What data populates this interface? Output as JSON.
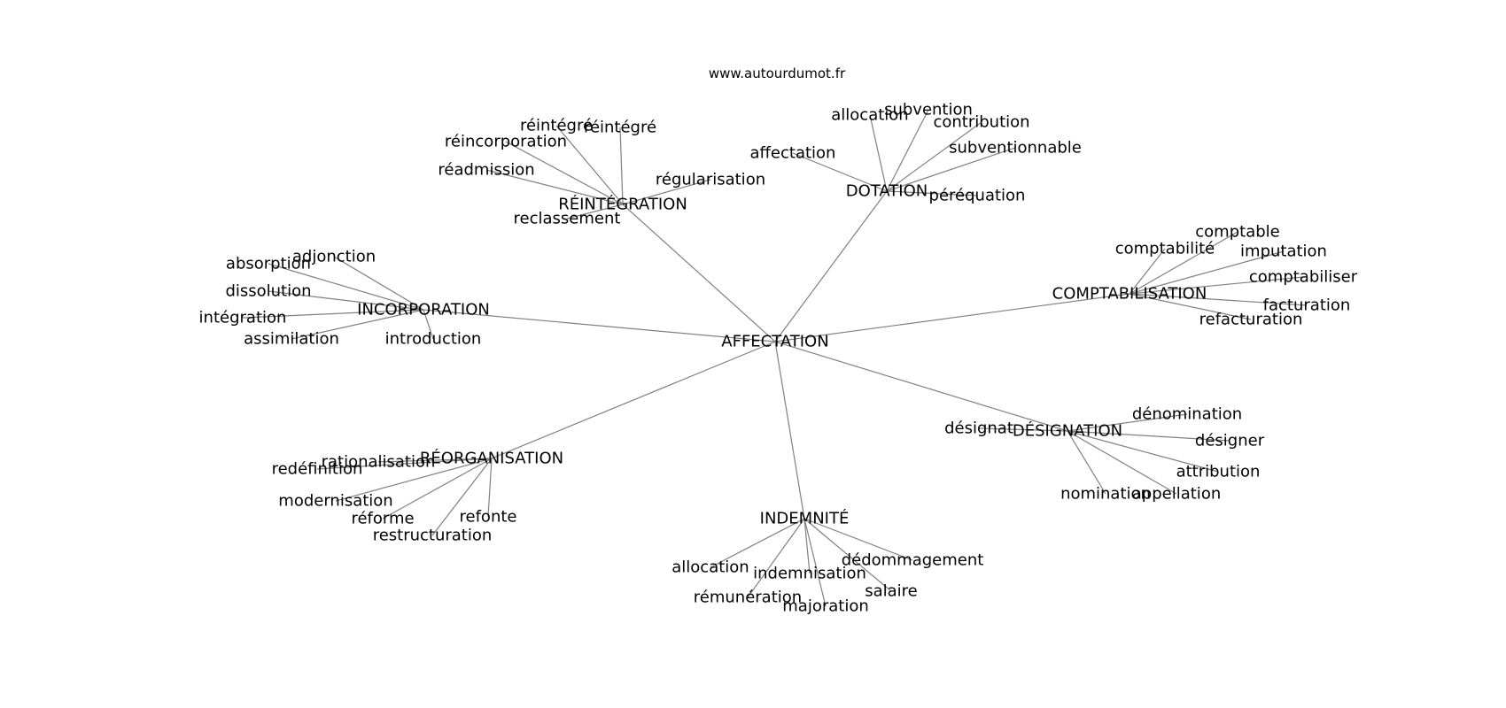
{
  "source": "www.autourdumot.fr",
  "colors": {
    "edge": "#808080",
    "text": "#000000",
    "background": "#ffffff"
  },
  "root": "AFFECTATION",
  "groups": [
    {
      "label": "RÉINTÉGRATION",
      "children": [
        "réintégré",
        "réintégré",
        "réincorporation",
        "réadmission",
        "régularisation",
        "reclassement"
      ]
    },
    {
      "label": "DOTATION",
      "children": [
        "allocation",
        "subvention",
        "contribution",
        "subventionnable",
        "affectation",
        "péréquation"
      ]
    },
    {
      "label": "INCORPORATION",
      "children": [
        "adjonction",
        "absorption",
        "dissolution",
        "intégration",
        "assimilation",
        "introduction"
      ]
    },
    {
      "label": "COMPTABILISATION",
      "children": [
        "comptable",
        "comptabilité",
        "imputation",
        "comptabiliser",
        "facturation",
        "refacturation"
      ]
    },
    {
      "label": "DÉSIGNATION",
      "children": [
        "dénomination",
        "désigner",
        "attribution",
        "appellation",
        "nomination",
        "désignat"
      ]
    },
    {
      "label": "RÉORGANISATION",
      "children": [
        "rationalisation",
        "redéfinition",
        "modernisation",
        "réforme",
        "restructuration",
        "refonte"
      ]
    },
    {
      "label": "INDEMNITÉ",
      "children": [
        "dédommagement",
        "allocation",
        "indemnisation",
        "salaire",
        "rémunération",
        "majoration"
      ]
    }
  ]
}
